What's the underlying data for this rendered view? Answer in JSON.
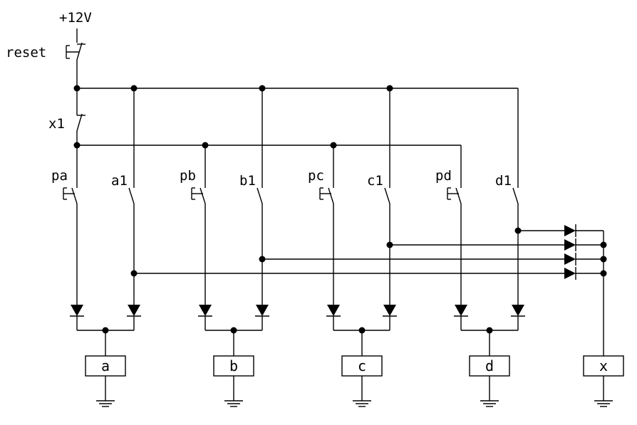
{
  "supply_label": "+12V",
  "switch_labels": {
    "reset": "reset",
    "x1": "x1",
    "pa": "pa",
    "a1": "a1",
    "pb": "pb",
    "b1": "b1",
    "pc": "pc",
    "c1": "c1",
    "pd": "pd",
    "d1": "d1"
  },
  "relay_labels": {
    "a": "a",
    "b": "b",
    "c": "c",
    "d": "d",
    "x": "x"
  }
}
